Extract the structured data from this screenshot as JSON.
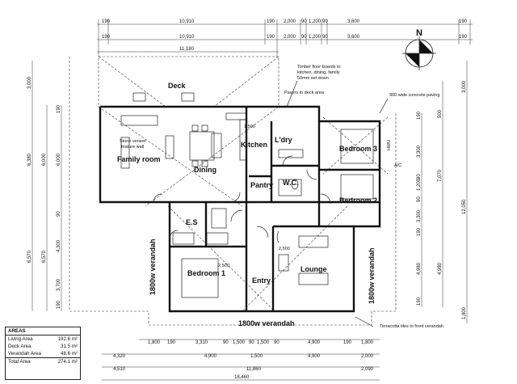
{
  "rooms": {
    "deck": "Deck",
    "family": "Family room",
    "dining": "Dining",
    "kitchen": "Kitchen",
    "laundry": "L'dry",
    "pantry": "Pantry",
    "wc": "W.C.",
    "bed3": "Bedroom 3",
    "bed2": "Bedroom 2",
    "es": "E.S",
    "bed1": "Bedroom 1",
    "entry": "Entry",
    "lounge": "Lounge",
    "verandah_left": "1800w verandah",
    "verandah_bottom": "1800w verandah",
    "verandah_right": "1800w verandah"
  },
  "notes": {
    "stone_wall_1": "Stone veneer",
    "stone_wall_2": "feature wall",
    "timber_1": "Timber floor boards to",
    "timber_2": "kitchen, dining, family",
    "timber_3": "50mm set down",
    "pavers": "Pavers to deck area",
    "paving": "900 wide concrete paving",
    "terracotta": "Terracotta tiles to front verandah",
    "north": "N",
    "hwu": "HWU",
    "ac": "A/C",
    "kitchen_dim": "1,500",
    "bed1_dim": "2,500",
    "lounge_dim": "2,500"
  },
  "dims": {
    "top1": [
      "190",
      "10,910",
      "190",
      "2,000",
      "90",
      "1,200",
      "90",
      "3,600",
      "190"
    ],
    "top2": [
      "190",
      "10,910",
      "190",
      "2,000",
      "90",
      "1,200",
      "90",
      "3,600",
      "190"
    ],
    "top3": [
      "11,180"
    ],
    "bottom1": [
      "1,800",
      "190",
      "3,310",
      "90",
      "1,500",
      "90",
      "1,500",
      "90",
      "4,900",
      "190",
      "1,800"
    ],
    "bottom2": [
      "4,320",
      "4,900",
      "1,500",
      "4,900",
      "2,000"
    ],
    "bottom3": [
      "4,510",
      "11,860",
      "2,090"
    ],
    "bottom4": [
      "18,460"
    ],
    "left_outer": [
      "3,000",
      "6,380",
      "6,570"
    ],
    "left_mid": [
      "6,000",
      "6,570"
    ],
    "left_inner": [
      "190",
      "6,000",
      "90",
      "4,300",
      "3,700",
      "190"
    ],
    "right_inner": [
      "190",
      "3,300",
      "90",
      "1,200",
      "90",
      "3,300",
      "190",
      "4,980",
      "190"
    ],
    "right_mid": [
      "900",
      "7,070",
      "4,980"
    ],
    "right_outer": [
      "3,000",
      "12,050",
      "1,800"
    ]
  },
  "areas": {
    "title": "AREAS",
    "rows": [
      {
        "label": "Living Area",
        "value": "192.6 m²"
      },
      {
        "label": "Deck Area",
        "value": "31.5 m²"
      },
      {
        "label": "Verandah Area",
        "value": "48.6 m²"
      }
    ],
    "total_label": "Total Area",
    "total_value": "274.1 m²"
  }
}
